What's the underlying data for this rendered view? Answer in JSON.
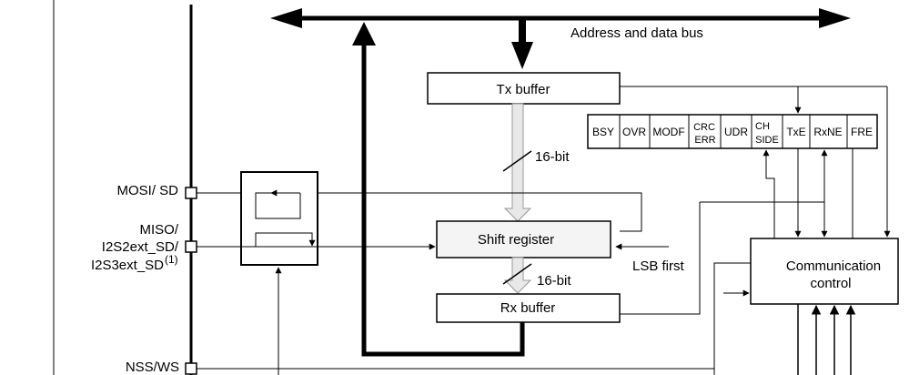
{
  "bus": {
    "label": "Address and data bus"
  },
  "blocks": {
    "tx": "Tx buffer",
    "shift": "Shift register",
    "rx": "Rx buffer",
    "comm_line1": "Communication",
    "comm_line2": "control"
  },
  "bus_widths": {
    "upper": "16-bit",
    "lower": "16-bit"
  },
  "lsb_first": "LSB first",
  "flags": [
    {
      "id": "bsy",
      "lines": [
        "BSY"
      ]
    },
    {
      "id": "ovr",
      "lines": [
        "OVR"
      ]
    },
    {
      "id": "modf",
      "lines": [
        "MODF"
      ]
    },
    {
      "id": "crcerr",
      "lines": [
        "CRC",
        "ERR"
      ]
    },
    {
      "id": "udr",
      "lines": [
        "UDR"
      ]
    },
    {
      "id": "chside",
      "lines": [
        "CH",
        "SIDE"
      ]
    },
    {
      "id": "txe",
      "lines": [
        "TxE"
      ]
    },
    {
      "id": "rxne",
      "lines": [
        "RxNE"
      ]
    },
    {
      "id": "fre",
      "lines": [
        "FRE"
      ]
    }
  ],
  "pins": {
    "mosi": "MOSI/ SD",
    "miso_1": "MISO/",
    "miso_2": "I2S2ext_SD/",
    "miso_3": "I2S3ext_SD",
    "miso_3_sup": "(1)",
    "nss": "NSS/WS"
  }
}
